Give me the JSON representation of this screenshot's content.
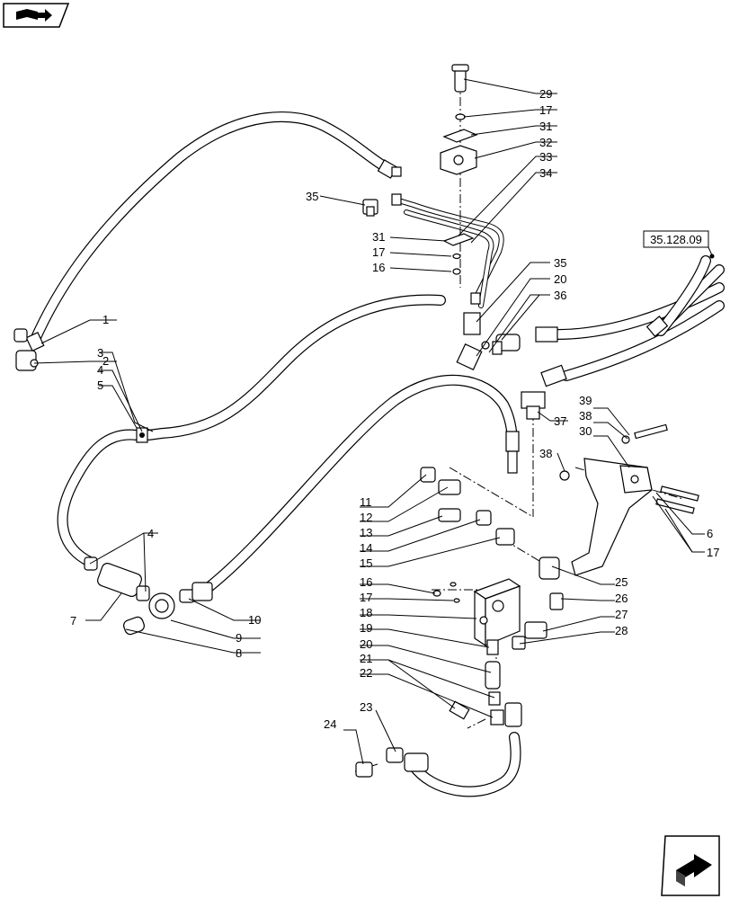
{
  "reference_label": "35.128.09",
  "callouts": {
    "c1": "1",
    "c2": "2",
    "c3": "3",
    "c4a": "4",
    "c4b": "4",
    "c5": "5",
    "c6": "6",
    "c7": "7",
    "c8": "8",
    "c9": "9",
    "c10": "10",
    "c11": "11",
    "c12": "12",
    "c13": "13",
    "c14": "14",
    "c15": "15",
    "c16a": "16",
    "c16b": "16",
    "c17a": "17",
    "c17b": "17",
    "c17c": "17",
    "c17d": "17",
    "c18": "18",
    "c19": "19",
    "c20a": "20",
    "c20b": "20",
    "c21": "21",
    "c22": "22",
    "c23": "23",
    "c24": "24",
    "c25": "25",
    "c26": "26",
    "c27": "27",
    "c28": "28",
    "c29": "29",
    "c30": "30",
    "c31a": "31",
    "c31b": "31",
    "c32": "32",
    "c33": "33",
    "c34": "34",
    "c35a": "35",
    "c35b": "35",
    "c36": "36",
    "c37": "37",
    "c38a": "38",
    "c38b": "38",
    "c39": "39"
  },
  "icons": {
    "top_left": "book-navigation-icon",
    "bottom_right": "next-page-arrow-icon"
  }
}
